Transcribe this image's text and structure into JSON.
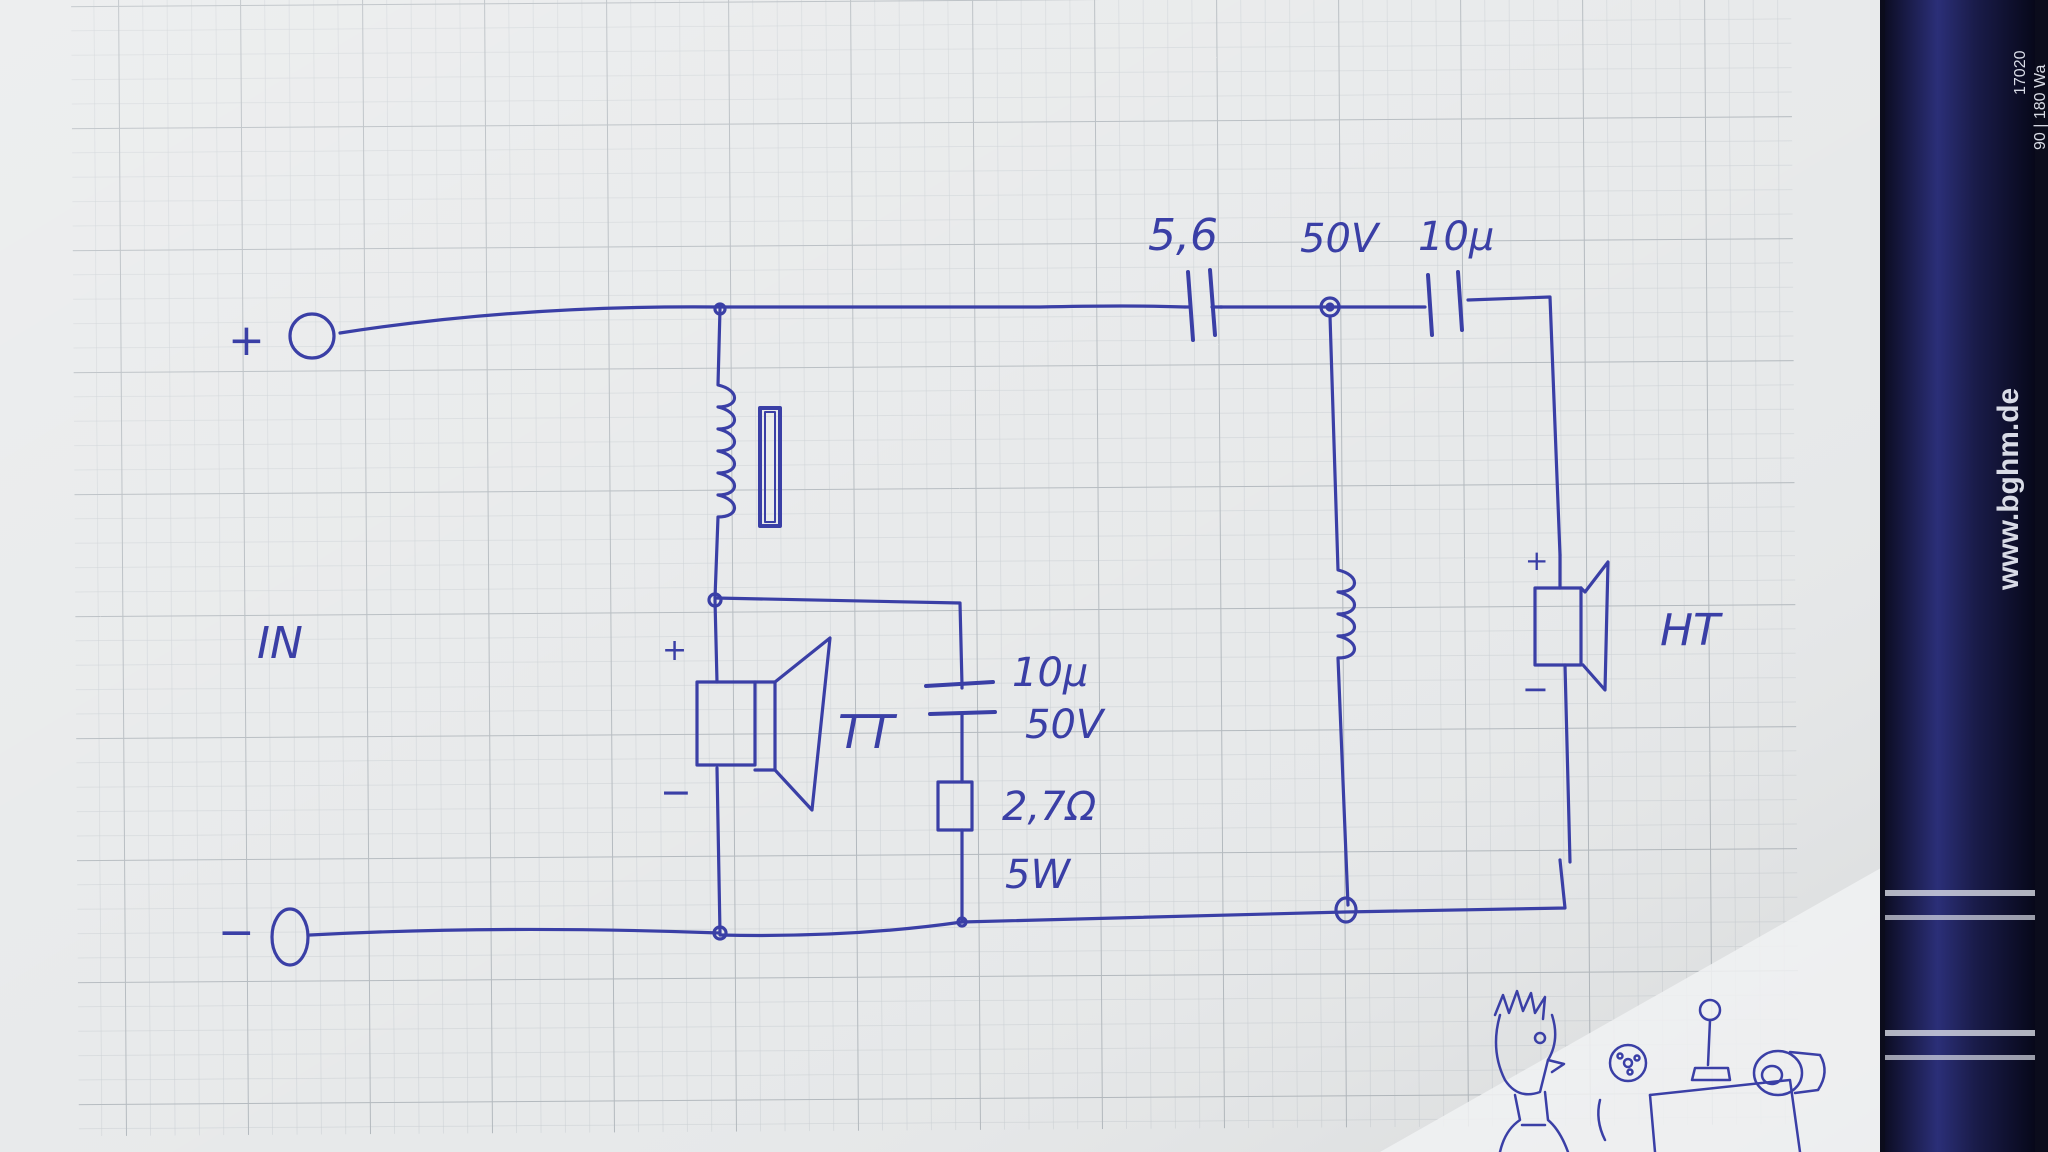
{
  "colors": {
    "ink": "#3a3fa6",
    "paper": "#e7e9ea",
    "grid_minor": "#c9ced2",
    "grid_major": "#b3b9be",
    "pencil_body": "#1d1f4e",
    "pencil_print": "#d8dbe6"
  },
  "labels": {
    "terminal_plus": "+",
    "terminal_minus": "−",
    "input": "IN",
    "woofer": "TT",
    "tweeter": "HT",
    "cap_main": "5,6",
    "cap_main_rating": "50V",
    "cap_tweeter": "10μ",
    "zobel_cap": "10μ",
    "zobel_cap_rating": "50V",
    "zobel_res": "2,7Ω",
    "zobel_res_power": "5W",
    "woofer_plus": "+",
    "woofer_minus": "−",
    "tweeter_plus": "+",
    "tweeter_minus": "−"
  },
  "pencil": {
    "url": "www.bghm.de",
    "code": "17020",
    "spec": "90 | 180 Wa"
  },
  "icons": {
    "mascot": "cartoon-engineer-icon",
    "microphone": "microphone-icon",
    "speaker": "speaker-icon",
    "gear": "gear-icon"
  }
}
